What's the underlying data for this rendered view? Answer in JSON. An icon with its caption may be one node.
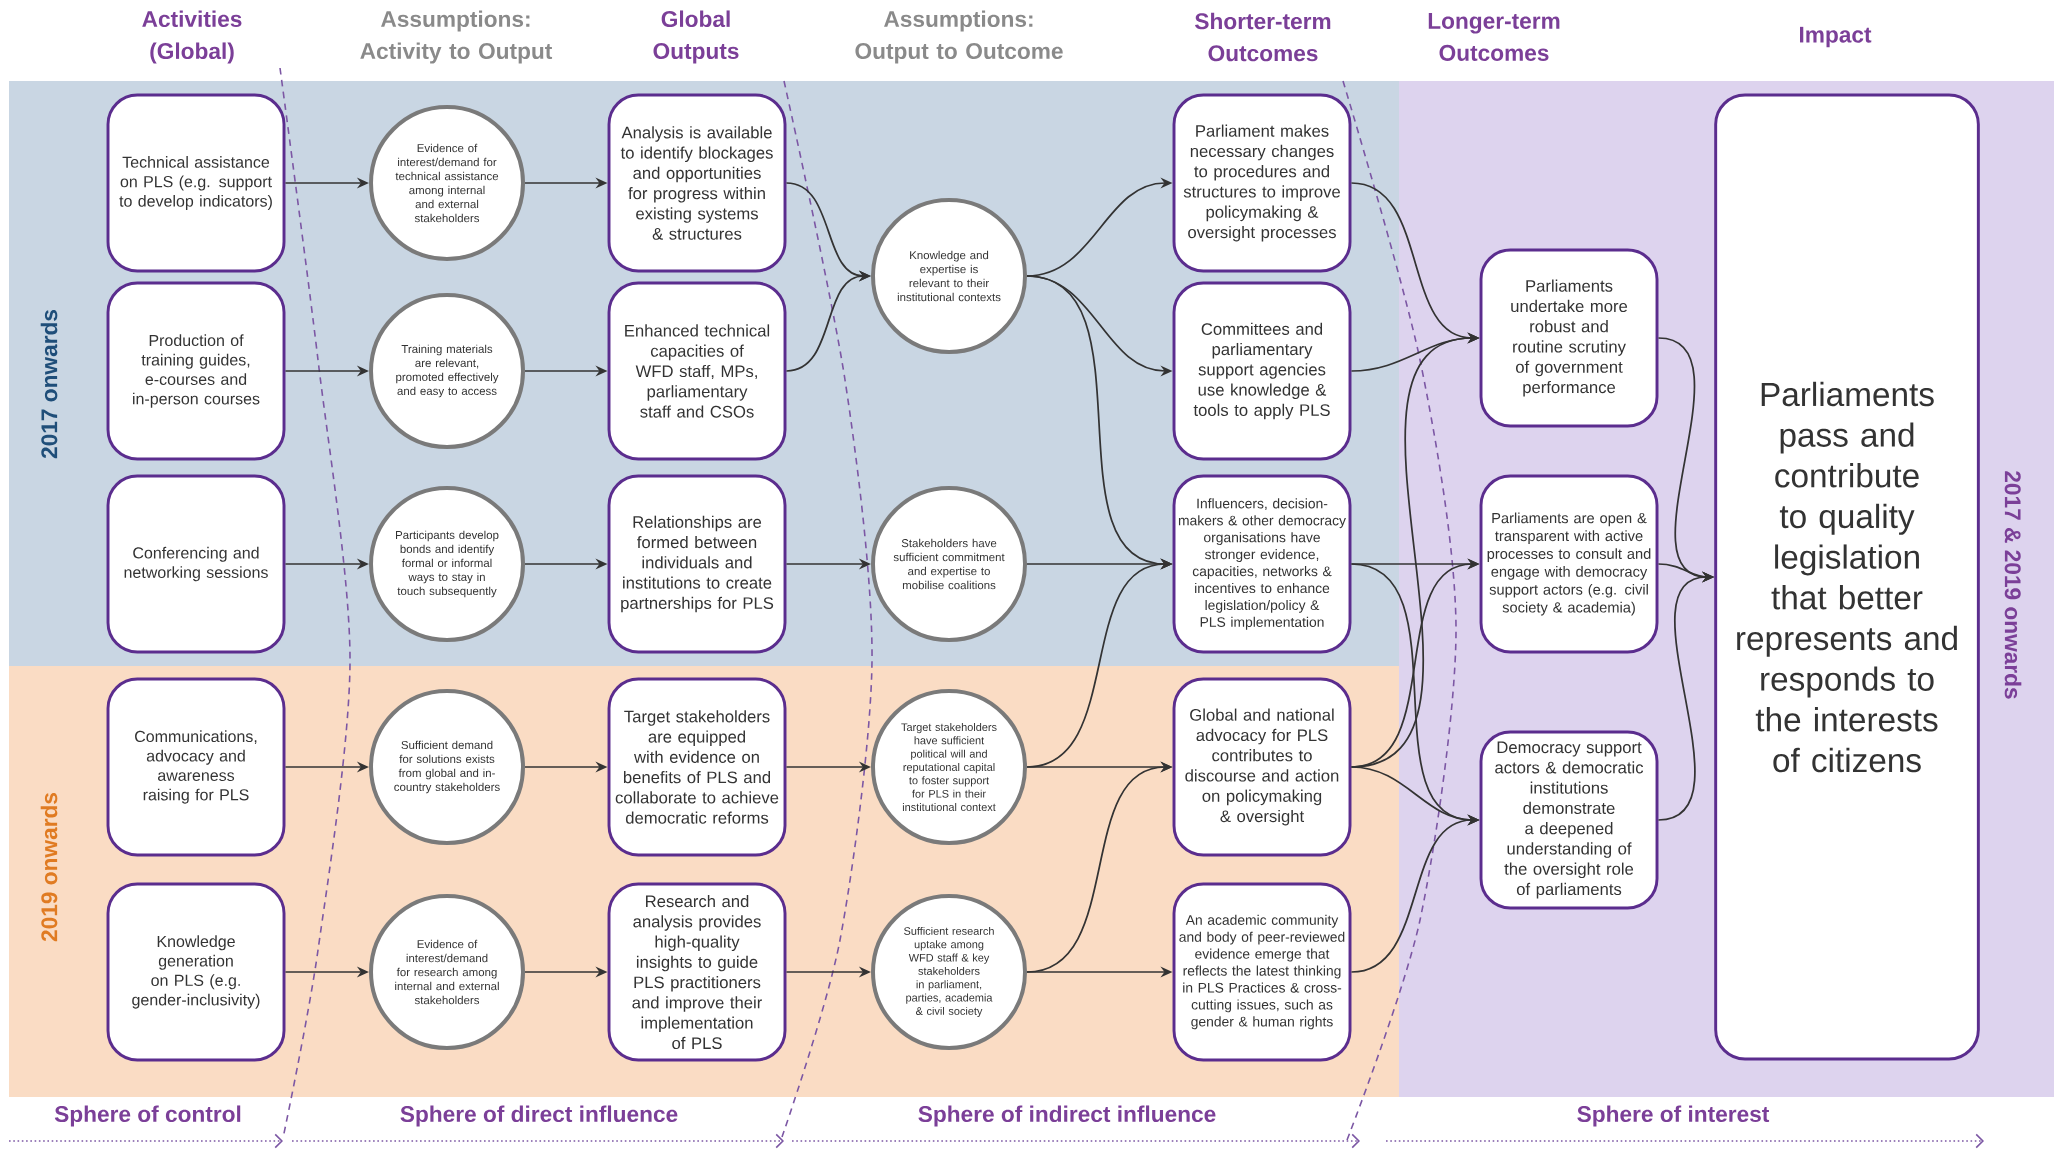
{
  "diagram": {
    "nodes": [
      {
        "text": [
          "Technical assistance on PLS (e.g. support to develop indicators)"
        ]
      },
      {
        "text": [
          "Production of training guides, e-courses and in-person courses"
        ]
      },
      {
        "text": [
          "Conferencing and networking sessions"
        ]
      },
      {
        "text": [
          "Communications, advocacy and awareness raising for PLS"
        ]
      },
      {
        "text": [
          "Knowledge generation on PLS (e.g. gender-inclusivity)"
        ]
      },
      {
        "text": [
          "Evidence of interest/demand for technical assistance among internal and external stakeholders"
        ]
      },
      {
        "text": [
          "Training materials are relevant, promoted effectively and easy to access"
        ]
      },
      {
        "text": [
          "Participants develop bonds and identify formal or informal ways to stay in touch subsequently"
        ]
      },
      {
        "text": [
          "Sufficient demand for solutions exists from global and in-country stakeholders"
        ]
      },
      {
        "text": [
          "Evidence of interest/demand for research among internal and external stakeholders"
        ]
      },
      {
        "text": [
          "Analysis is available to identify blockages and opportunities for progress within existing systems & structures"
        ]
      },
      {
        "text": [
          "Enhanced technical capacities of WFD staff, MPs, parliamentary staff and CSOs"
        ]
      },
      {
        "text": [
          "Relationships are formed between individuals and institutions to create partnerships for PLS"
        ]
      },
      {
        "text": [
          "Target stakeholders are equipped with evidence on benefits of PLS and collaborate to achieve democratic reforms"
        ]
      },
      {
        "text": [
          "Research and analysis provides high-quality insights to guide PLS practitioners and improve their implementation of PLS"
        ]
      },
      {
        "text": [
          "Knowledge and expertise is relevant to their institutional contexts"
        ]
      },
      {
        "text": [
          "Stakeholders have sufficient commitment and expertise to mobilise coalitions"
        ]
      },
      {
        "text": [
          "Target stakeholders have sufficient political will and reputational capital to foster support for PLS in their institutional context"
        ]
      },
      {
        "text": [
          "Sufficient research uptake among WFD staff & key stakeholders in parliament, parties, academia & civil society"
        ]
      },
      {
        "text": [
          "Parliament makes necessary changes to procedures and structures to improve policymaking & oversight processes"
        ]
      },
      {
        "text": [
          "Committees and parliamentary support agencies use knowledge & tools to apply PLS"
        ]
      },
      {
        "text": [
          "Influencers, decision-makers & other democracy organisations have stronger evidence, capacities, networks & incentives to enhance legislation/policy & PLS implementation"
        ]
      },
      {
        "text": [
          "Global and national advocacy for PLS contributes to discourse and action on policymaking & oversight"
        ]
      },
      {
        "text": [
          "An academic community and body of peer-reviewed evidence emerge that reflects the latest thinking in PLS Practices & cross-cutting issues, such as gender & human rights"
        ]
      },
      {
        "text": [
          "Parliaments undertake more robust and routine scrutiny of government performance"
        ]
      },
      {
        "text": [
          "Parliaments are open & transparent with active processes to consult and engage with democracy support actors (e.g. civil society & academia)"
        ]
      },
      {
        "text": [
          "Democracy support actors & democratic institutions demonstrate a deepened understanding of the oversight role of parliaments"
        ]
      },
      {
        "text": [
          "Parliaments pass and contribute to quality legislation that better represents and responds to the interests of citizens"
        ]
      }
    ],
    "edges": [
      {
        "from": 0,
        "to": 5,
        "arrow": "to"
      },
      {
        "from": 5,
        "to": 10,
        "arrow": "to"
      },
      {
        "from": 1,
        "to": 6,
        "arrow": "to"
      },
      {
        "from": 6,
        "to": 11,
        "arrow": "to"
      },
      {
        "from": 2,
        "to": 7,
        "arrow": "to"
      },
      {
        "from": 7,
        "to": 12,
        "arrow": "to"
      },
      {
        "from": 3,
        "to": 8,
        "arrow": "to"
      },
      {
        "from": 8,
        "to": 13,
        "arrow": "to"
      },
      {
        "from": 4,
        "to": 9,
        "arrow": "to"
      },
      {
        "from": 9,
        "to": 14,
        "arrow": "to"
      },
      {
        "from": 10,
        "to": 15,
        "arrow": "to"
      },
      {
        "from": 11,
        "to": 15,
        "arrow": "to"
      },
      {
        "from": 12,
        "to": 16,
        "arrow": "to"
      },
      {
        "from": 13,
        "to": 17,
        "arrow": "to"
      },
      {
        "from": 14,
        "to": 18,
        "arrow": "to"
      },
      {
        "from": 15,
        "to": 19,
        "arrow": "to"
      },
      {
        "from": 15,
        "to": 20,
        "arrow": "to"
      },
      {
        "from": 15,
        "to": 21,
        "arrow": "to"
      },
      {
        "from": 16,
        "to": 21,
        "arrow": "to"
      },
      {
        "from": 17,
        "to": 21,
        "arrow": "to"
      },
      {
        "from": 17,
        "to": 22,
        "arrow": "to"
      },
      {
        "from": 18,
        "to": 22,
        "arrow": "to"
      },
      {
        "from": 18,
        "to": 23,
        "arrow": "to"
      },
      {
        "from": 19,
        "to": 24,
        "arrow": "to"
      },
      {
        "from": 20,
        "to": 24,
        "arrow": "to"
      },
      {
        "from": 22,
        "to": 24,
        "arrow": "to"
      },
      {
        "from": 21,
        "to": 25,
        "arrow": "to"
      },
      {
        "from": 22,
        "to": 25,
        "arrow": "to"
      },
      {
        "from": 21,
        "to": 26,
        "arrow": "to"
      },
      {
        "from": 22,
        "to": 26,
        "arrow": "to"
      },
      {
        "from": 23,
        "to": 26,
        "arrow": "to"
      },
      {
        "from": 24,
        "to": 27,
        "arrow": "to"
      },
      {
        "from": 25,
        "to": 27,
        "arrow": "to"
      },
      {
        "from": 26,
        "to": 27,
        "arrow": "to"
      }
    ],
    "labels": [
      "Activities (Global)",
      "Assumptions: Activity to Output",
      "Global Outputs",
      "Assumptions: Output to Outcome",
      "Shorter-term Outcomes",
      "Longer-term Outcomes",
      "Impact",
      "2017 onwards",
      "2019 onwards",
      "2017 & 2019 onwards",
      "Sphere of control",
      "Sphere of direct influence",
      "Sphere of indirect influence",
      "Sphere of interest"
    ]
  }
}
